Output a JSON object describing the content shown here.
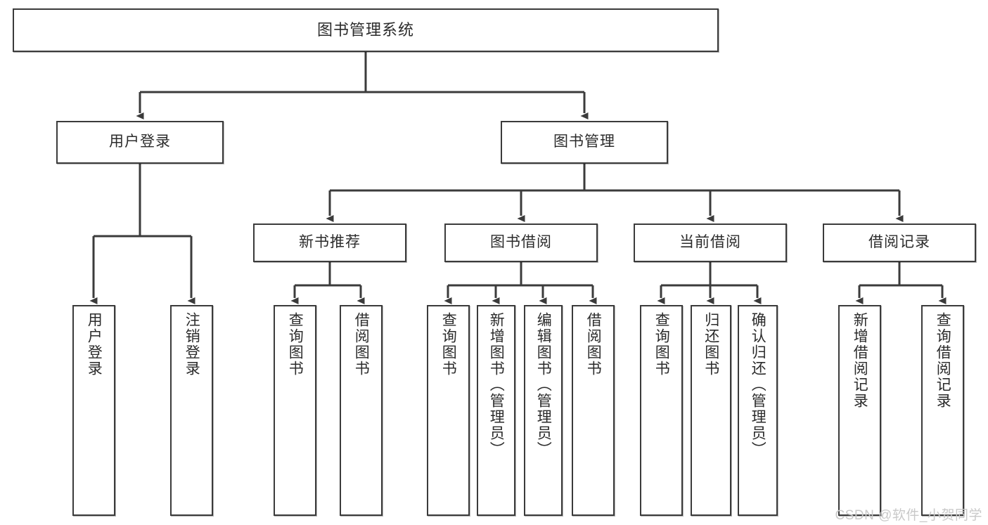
{
  "diagram": {
    "title": "图书管理系统",
    "type": "tree",
    "orientation": "top-down",
    "watermark": "CSDN @软件_小贺同学",
    "colors": {
      "background": "#ffffff",
      "box_border": "#3b3b3b",
      "box_fill": "#ffffff",
      "text": "#2b2b2b",
      "connector": "#3b3b3b",
      "watermark": "#c9c9c9"
    },
    "nodes": {
      "root": {
        "label": "图书管理系统",
        "level": 0
      },
      "user_login": {
        "label": "用户登录",
        "level": 1
      },
      "book_manage": {
        "label": "图书管理",
        "level": 1
      },
      "new_book_rec": {
        "label": "新书推荐",
        "level": 2
      },
      "book_borrow": {
        "label": "图书借阅",
        "level": 2
      },
      "current_borrow": {
        "label": "当前借阅",
        "level": 2
      },
      "borrow_record": {
        "label": "借阅记录",
        "level": 2
      },
      "leaf_user_login": {
        "label": "用户登录",
        "level": 3
      },
      "leaf_logout": {
        "label": "注销登录",
        "level": 3
      },
      "leaf_query_book_1": {
        "label": "查询图书",
        "level": 3
      },
      "leaf_borrow_book_1": {
        "label": "借阅图书",
        "level": 3
      },
      "leaf_query_book_2": {
        "label": "查询图书",
        "level": 3
      },
      "leaf_add_book": {
        "label": "新增图书（管理员）",
        "level": 3
      },
      "leaf_edit_book": {
        "label": "编辑图书（管理员）",
        "level": 3
      },
      "leaf_borrow_book_2": {
        "label": "借阅图书",
        "level": 3
      },
      "leaf_query_book_3": {
        "label": "查询图书",
        "level": 3
      },
      "leaf_return_book": {
        "label": "归还图书",
        "level": 3
      },
      "leaf_confirm_return": {
        "label": "确认归还（管理员）",
        "level": 3
      },
      "leaf_add_record": {
        "label": "新增借阅记录",
        "level": 3
      },
      "leaf_query_record": {
        "label": "查询借阅记录",
        "level": 3
      }
    },
    "edges": [
      {
        "from": "root",
        "to": "user_login"
      },
      {
        "from": "root",
        "to": "book_manage"
      },
      {
        "from": "book_manage",
        "to": "new_book_rec"
      },
      {
        "from": "book_manage",
        "to": "book_borrow"
      },
      {
        "from": "book_manage",
        "to": "current_borrow"
      },
      {
        "from": "book_manage",
        "to": "borrow_record"
      },
      {
        "from": "user_login",
        "to": "leaf_user_login"
      },
      {
        "from": "user_login",
        "to": "leaf_logout"
      },
      {
        "from": "new_book_rec",
        "to": "leaf_query_book_1"
      },
      {
        "from": "new_book_rec",
        "to": "leaf_borrow_book_1"
      },
      {
        "from": "book_borrow",
        "to": "leaf_query_book_2"
      },
      {
        "from": "book_borrow",
        "to": "leaf_add_book"
      },
      {
        "from": "book_borrow",
        "to": "leaf_edit_book"
      },
      {
        "from": "book_borrow",
        "to": "leaf_borrow_book_2"
      },
      {
        "from": "current_borrow",
        "to": "leaf_query_book_3"
      },
      {
        "from": "current_borrow",
        "to": "leaf_return_book"
      },
      {
        "from": "current_borrow",
        "to": "leaf_confirm_return"
      },
      {
        "from": "borrow_record",
        "to": "leaf_add_record"
      },
      {
        "from": "borrow_record",
        "to": "leaf_query_record"
      }
    ]
  }
}
